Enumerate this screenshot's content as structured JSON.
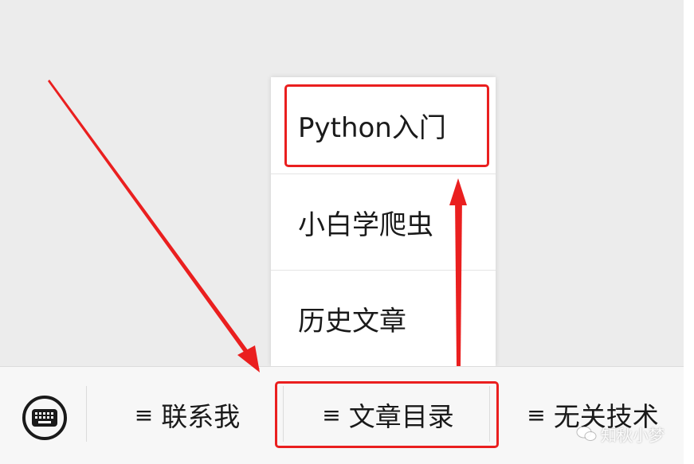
{
  "popup_menu": {
    "items": [
      {
        "label": "Python入门",
        "highlighted": true
      },
      {
        "label": "小白学爬虫"
      },
      {
        "label": "历史文章"
      }
    ]
  },
  "bottom_bar": {
    "keyboard_icon": "keyboard-icon",
    "menus": [
      {
        "label": "联系我"
      },
      {
        "label": "文章目录",
        "highlighted": true
      },
      {
        "label": "无关技术"
      }
    ],
    "menu_icon_glyph": "≡"
  },
  "annotation": {
    "color": "#ea1f1f"
  },
  "watermark": {
    "text": "知秋小梦"
  }
}
